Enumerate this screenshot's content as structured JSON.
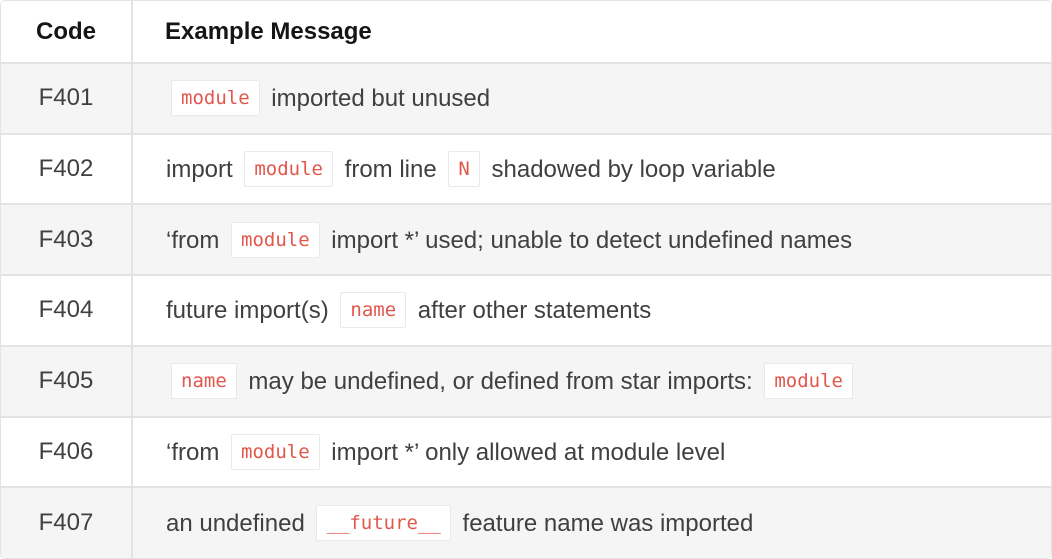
{
  "table": {
    "columns": [
      {
        "label": "Code"
      },
      {
        "label": "Example Message"
      }
    ],
    "rows": [
      {
        "code": "F401",
        "message": [
          {
            "type": "code",
            "text": "module"
          },
          {
            "type": "text",
            "text": " imported but unused"
          }
        ]
      },
      {
        "code": "F402",
        "message": [
          {
            "type": "text",
            "text": "import "
          },
          {
            "type": "code",
            "text": "module"
          },
          {
            "type": "text",
            "text": " from line "
          },
          {
            "type": "code",
            "text": "N"
          },
          {
            "type": "text",
            "text": " shadowed by loop variable"
          }
        ]
      },
      {
        "code": "F403",
        "message": [
          {
            "type": "text",
            "text": "‘from "
          },
          {
            "type": "code",
            "text": "module"
          },
          {
            "type": "text",
            "text": " import *’ used; unable to detect undefined names"
          }
        ]
      },
      {
        "code": "F404",
        "message": [
          {
            "type": "text",
            "text": "future import(s) "
          },
          {
            "type": "code",
            "text": "name"
          },
          {
            "type": "text",
            "text": " after other statements"
          }
        ]
      },
      {
        "code": "F405",
        "message": [
          {
            "type": "code",
            "text": "name"
          },
          {
            "type": "text",
            "text": " may be undefined, or defined from star imports: "
          },
          {
            "type": "code",
            "text": "module"
          }
        ]
      },
      {
        "code": "F406",
        "message": [
          {
            "type": "text",
            "text": "‘from "
          },
          {
            "type": "code",
            "text": "module"
          },
          {
            "type": "text",
            "text": " import *’ only allowed at module level"
          }
        ]
      },
      {
        "code": "F407",
        "message": [
          {
            "type": "text",
            "text": "an undefined "
          },
          {
            "type": "code",
            "text": "__future__"
          },
          {
            "type": "text",
            "text": " feature name was imported"
          }
        ]
      }
    ]
  },
  "colors": {
    "code_text": "#e2574c",
    "row_stripe": "#f4f5f4",
    "border": "#e2e4e4",
    "chip_border": "#e9e9e9",
    "body_text": "#3f4040",
    "header_text": "#151515"
  }
}
